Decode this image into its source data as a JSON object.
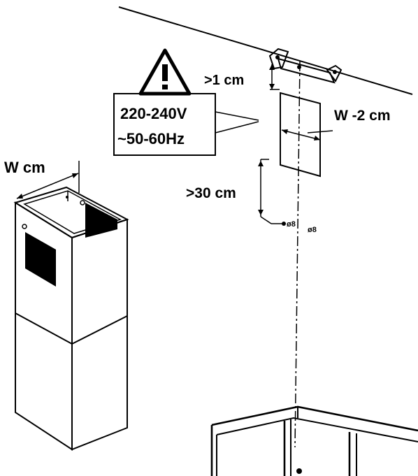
{
  "labels": {
    "gap_top": ">1 cm",
    "voltage": "220-240V",
    "frequency": "~50-60Hz",
    "width_minus": "W -2 cm",
    "width": "W cm",
    "gap_bottom": ">30 cm"
  },
  "marks": {
    "screw_small_1": "ø8",
    "screw_small_2": "ø8"
  },
  "warning_symbol": "warning-triangle-icon",
  "colors": {
    "ink": "#000000",
    "paper": "#ffffff"
  }
}
